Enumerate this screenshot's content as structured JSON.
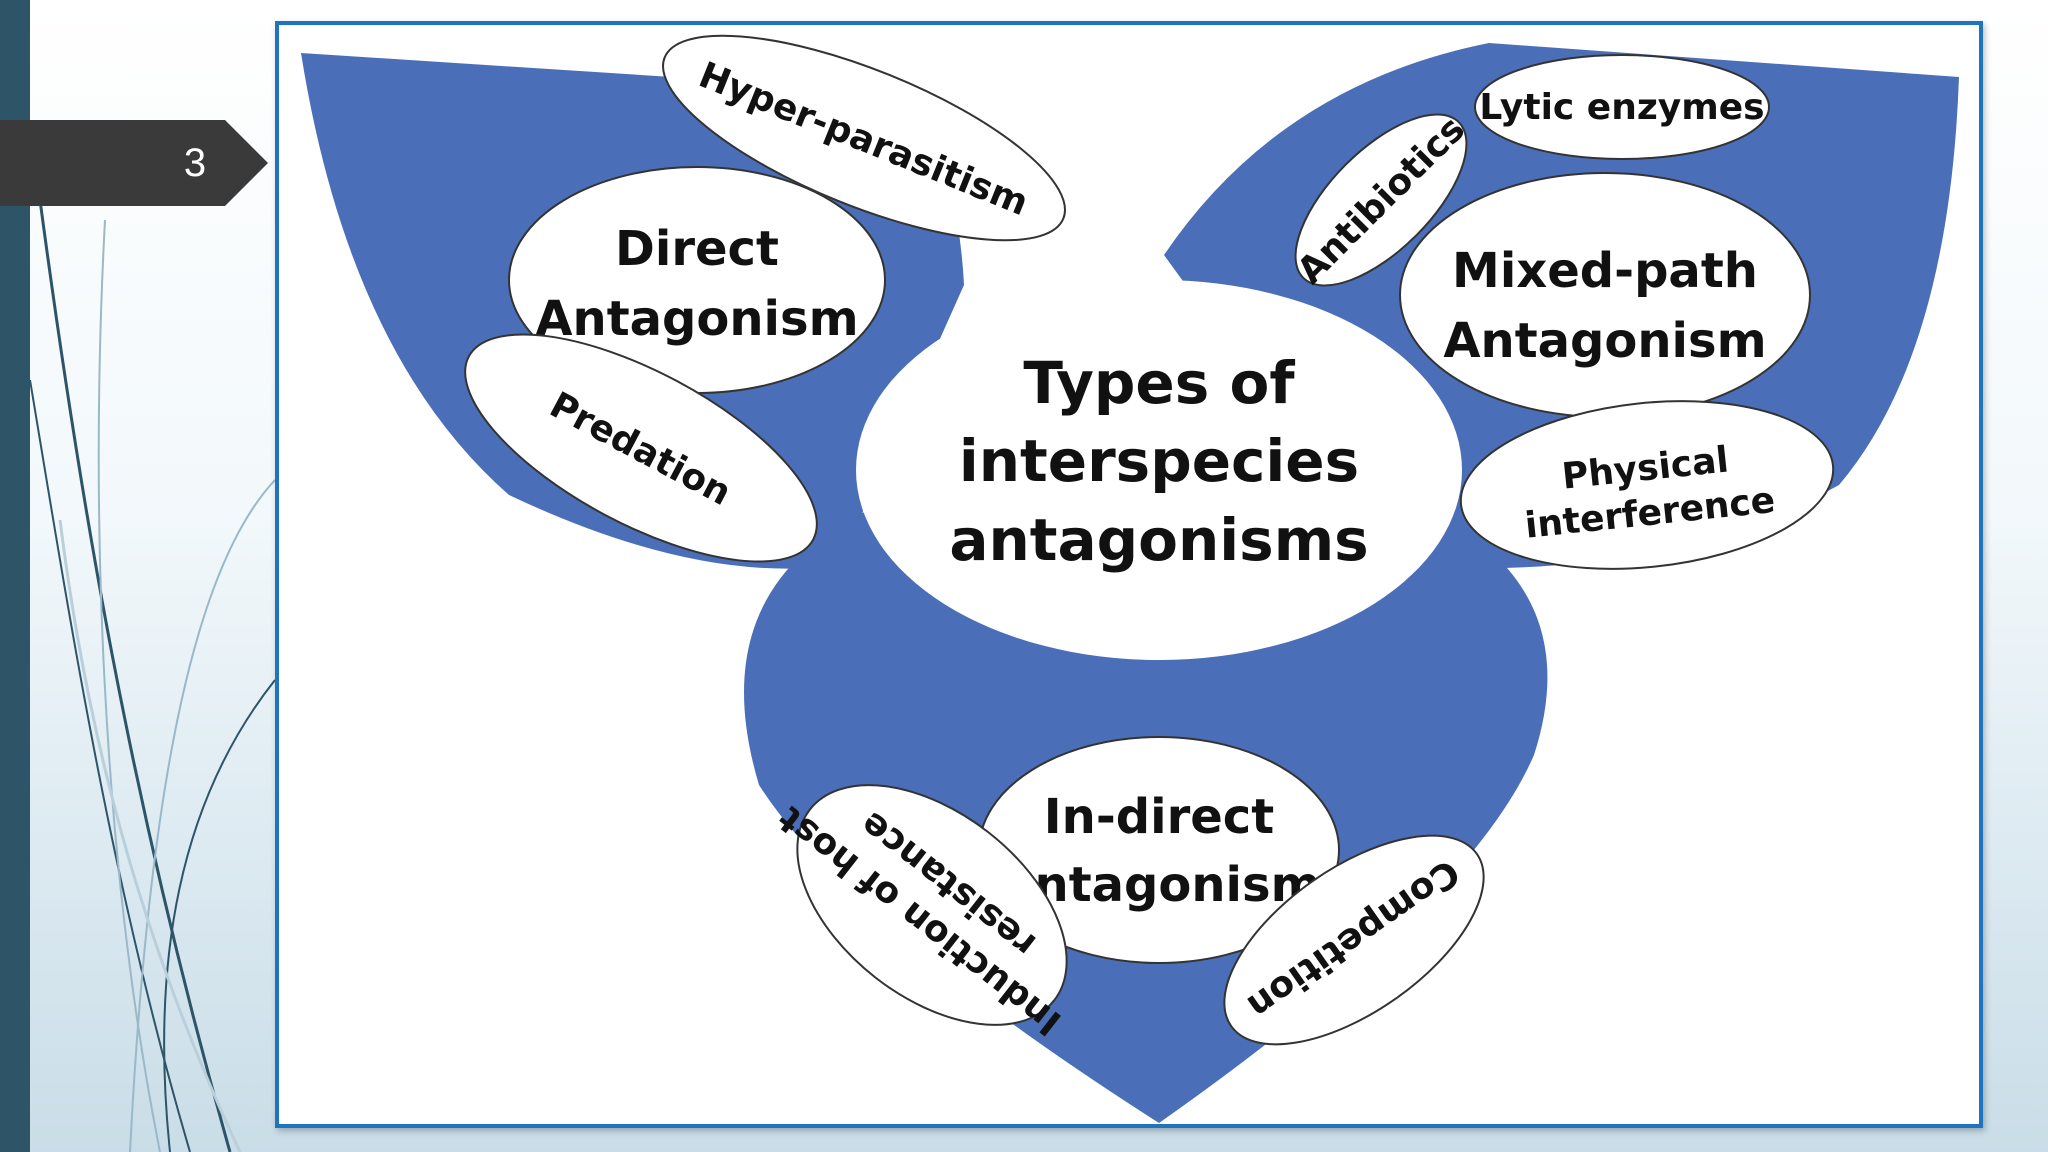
{
  "slide": {
    "number": "3"
  },
  "diagram": {
    "center": {
      "line1": "Types of",
      "line2": "interspecies",
      "line3": "antagonisms"
    },
    "direct": {
      "line1": "Direct",
      "line2": "Antagonism",
      "hyper": "Hyper-parasitism",
      "predation": "Predation"
    },
    "mixed": {
      "line1": "Mixed-path",
      "line2": "Antagonism",
      "antibiotics": "Antibiotics",
      "lytic": "Lytic enzymes",
      "physical1": "Physical",
      "physical2": "interference"
    },
    "indirect": {
      "line1": "In-direct",
      "line2": "Antagonism",
      "induction1": "Induction of host",
      "induction2": "resistance",
      "competition": "Competition"
    }
  },
  "colors": {
    "petal": "#4a6fb8",
    "frame_border": "#1f74c0",
    "sidebar": "#2e5468",
    "tab": "#3a3a3a"
  }
}
